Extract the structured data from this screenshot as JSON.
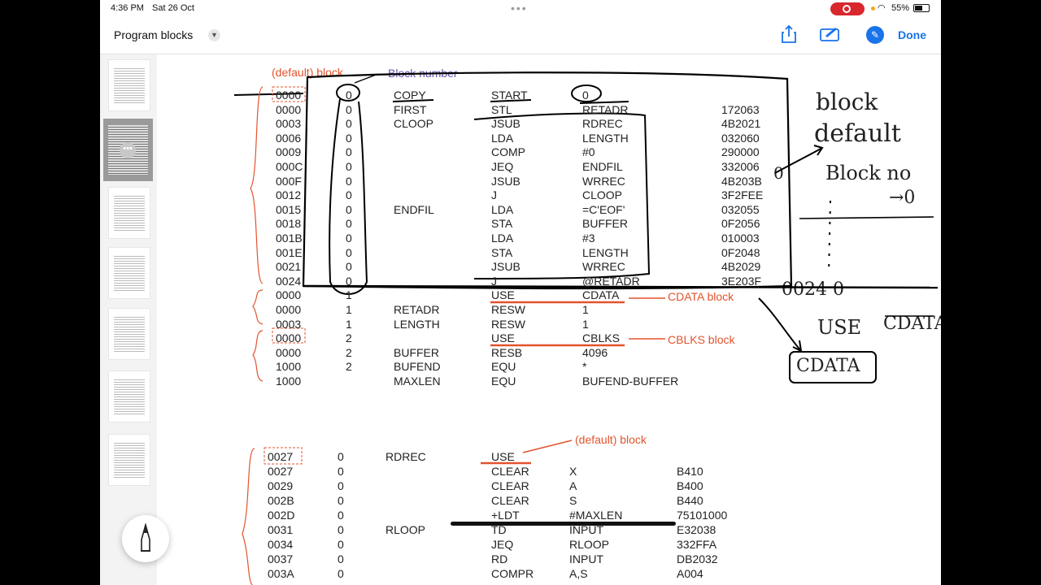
{
  "status_bar": {
    "time": "4:36 PM",
    "date": "Sat 26 Oct",
    "battery": "55%"
  },
  "nav": {
    "title": "Program blocks",
    "done_label": "Done"
  },
  "sidebar": {
    "more_label": "•••"
  },
  "listing1": {
    "rows": [
      [
        "0000",
        "0",
        "COPY",
        "START",
        "0",
        ""
      ],
      [
        "0000",
        "0",
        "FIRST",
        "STL",
        "RETADR",
        "172063"
      ],
      [
        "0003",
        "0",
        "CLOOP",
        "JSUB",
        "RDREC",
        "4B2021"
      ],
      [
        "0006",
        "0",
        "",
        "LDA",
        "LENGTH",
        "032060"
      ],
      [
        "0009",
        "0",
        "",
        "COMP",
        "#0",
        "290000"
      ],
      [
        "000C",
        "0",
        "",
        "JEQ",
        "ENDFIL",
        "332006"
      ],
      [
        "000F",
        "0",
        "",
        "JSUB",
        "WRREC",
        "4B203B"
      ],
      [
        "0012",
        "0",
        "",
        "J",
        "CLOOP",
        "3F2FEE"
      ],
      [
        "0015",
        "0",
        "ENDFIL",
        "LDA",
        "=C'EOF'",
        "032055"
      ],
      [
        "0018",
        "0",
        "",
        "STA",
        "BUFFER",
        "0F2056"
      ],
      [
        "001B",
        "0",
        "",
        "LDA",
        "#3",
        "010003"
      ],
      [
        "001E",
        "0",
        "",
        "STA",
        "LENGTH",
        "0F2048"
      ],
      [
        "0021",
        "0",
        "",
        "JSUB",
        "WRREC",
        "4B2029"
      ],
      [
        "0024",
        "0",
        "",
        "J",
        "@RETADR",
        "3E203F"
      ],
      [
        "0000",
        "1",
        "",
        "USE",
        "CDATA",
        ""
      ],
      [
        "0000",
        "1",
        "RETADR",
        "RESW",
        "1",
        ""
      ],
      [
        "0003",
        "1",
        "LENGTH",
        "RESW",
        "1",
        ""
      ],
      [
        "0000",
        "2",
        "",
        "USE",
        "CBLKS",
        ""
      ],
      [
        "0000",
        "2",
        "BUFFER",
        "RESB",
        "4096",
        ""
      ],
      [
        "1000",
        "2",
        "BUFEND",
        "EQU",
        "*",
        ""
      ],
      [
        "1000",
        "",
        "MAXLEN",
        "EQU",
        "BUFEND-BUFFER",
        ""
      ]
    ]
  },
  "annotations1": {
    "default_block": "(default) block",
    "block_number": "Block number",
    "cdata_block": "CDATA block",
    "cblks_block": "CBLKS block"
  },
  "listing2": {
    "rows": [
      [
        "0027",
        "0",
        "RDREC",
        "USE",
        "",
        ""
      ],
      [
        "0027",
        "0",
        "",
        "CLEAR",
        "X",
        "B410"
      ],
      [
        "0029",
        "0",
        "",
        "CLEAR",
        "A",
        "B400"
      ],
      [
        "002B",
        "0",
        "",
        "CLEAR",
        "S",
        "B440"
      ],
      [
        "002D",
        "0",
        "",
        "+LDT",
        "#MAXLEN",
        "75101000"
      ],
      [
        "0031",
        "0",
        "RLOOP",
        "TD",
        "INPUT",
        "E32038"
      ],
      [
        "0034",
        "0",
        "",
        "JEQ",
        "RLOOP",
        "332FFA"
      ],
      [
        "0037",
        "0",
        "",
        "RD",
        "INPUT",
        "DB2032"
      ],
      [
        "003A",
        "0",
        "",
        "COMPR",
        "A,S",
        "A004"
      ]
    ]
  },
  "annotations2": {
    "default_block": "(default) block"
  },
  "handwriting": {
    "note1": "block",
    "note2": "default",
    "note3": "0",
    "note4": "Block no",
    "note5": "→0",
    "note6": "0024 0",
    "note7": "USE",
    "note8": "CDATA",
    "note9": "CDATA"
  }
}
